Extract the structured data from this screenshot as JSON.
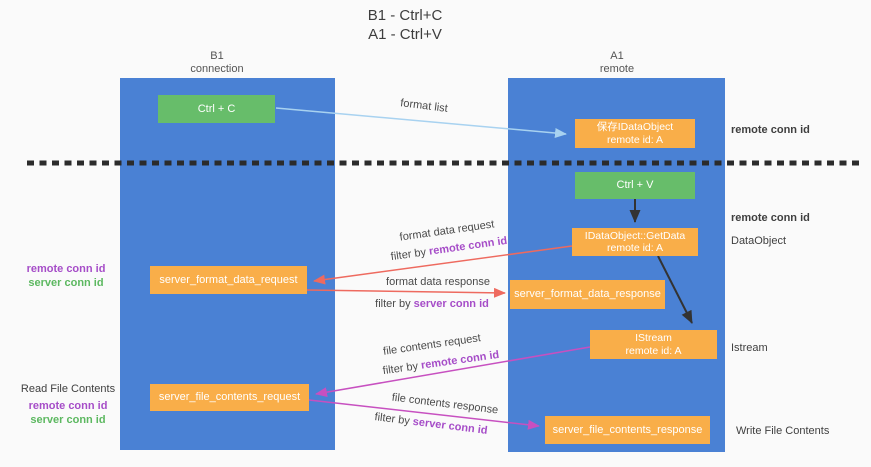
{
  "title": {
    "line1": "B1 - Ctrl+C",
    "line2": "A1 - Ctrl+V"
  },
  "columns": {
    "left": {
      "name": "B1",
      "subtitle": "connection"
    },
    "right": {
      "name": "A1",
      "subtitle": "remote"
    }
  },
  "nodes": {
    "ctrl_c": "Ctrl + C",
    "ctrl_v": "Ctrl + V",
    "save_idataobject_line1": "保存IDataObject",
    "save_idataobject_line2": "remote id: A",
    "getdata_line1": "IDataObject::GetData",
    "getdata_line2": "remote id: A",
    "istream_line1": "IStream",
    "istream_line2": "remote id: A",
    "server_format_data_request": "server_format_data_request",
    "server_format_data_response": "server_format_data_response",
    "server_file_contents_request": "server_file_contents_request",
    "server_file_contents_response": "server_file_contents_response"
  },
  "edge_labels": {
    "format_list": "format list",
    "format_data_request": "format data request",
    "format_data_response": "format data response",
    "file_contents_request": "file contents request",
    "file_contents_response": "file contents response",
    "filter_by": "filter by",
    "remote_conn_id": "remote conn id",
    "server_conn_id": "server conn id"
  },
  "side_labels": {
    "remote_conn_id": "remote conn id",
    "server_conn_id": "server conn id",
    "dataobject": "DataObject",
    "istream": "Istream",
    "read_file_contents": "Read File Contents",
    "write_file_contents": "Write File Contents"
  },
  "colors": {
    "column_blue": "#4a81d4",
    "box_green": "#67bd6a",
    "box_orange": "#f9ae49",
    "purple_text": "#a64dc8",
    "green_text": "#5cb860",
    "arrow_red": "#ee6a5f",
    "arrow_magenta": "#c750c0",
    "arrow_lightblue": "#a8d2f0",
    "arrow_black": "#333333"
  }
}
